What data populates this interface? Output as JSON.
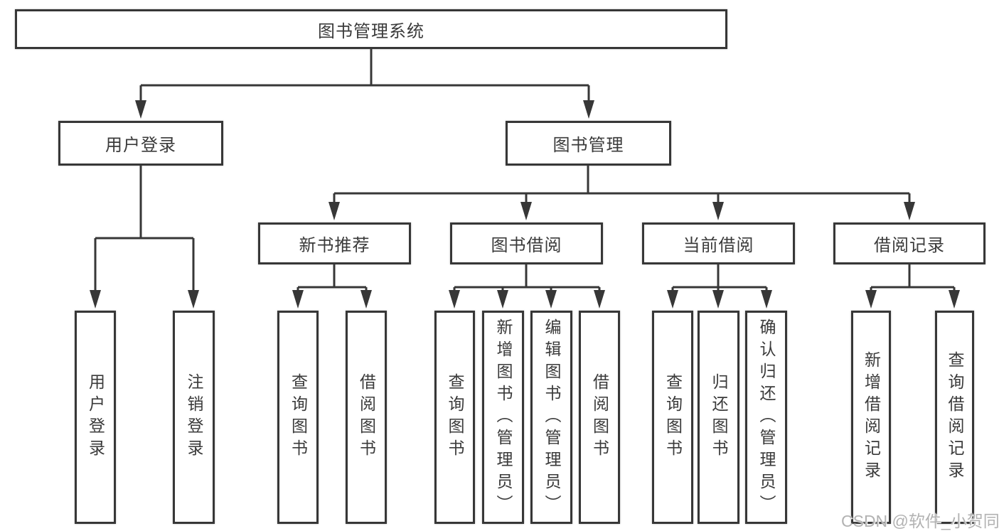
{
  "diagram": {
    "root": {
      "label": "图书管理系统"
    },
    "branches": [
      {
        "label": "用户登录",
        "children": [
          {
            "label": "用户登录"
          },
          {
            "label": "注销登录"
          }
        ]
      },
      {
        "label": "图书管理",
        "children": [
          {
            "label": "新书推荐",
            "children": [
              {
                "label": "查询图书"
              },
              {
                "label": "借阅图书"
              }
            ]
          },
          {
            "label": "图书借阅",
            "children": [
              {
                "label": "查询图书"
              },
              {
                "label": "新增图书（管理员）"
              },
              {
                "label": "编辑图书（管理员）"
              },
              {
                "label": "借阅图书"
              }
            ]
          },
          {
            "label": "当前借阅",
            "children": [
              {
                "label": "查询图书"
              },
              {
                "label": "归还图书"
              },
              {
                "label": "确认归还（管理员）"
              }
            ]
          },
          {
            "label": "借阅记录",
            "children": [
              {
                "label": "新增借阅记录"
              },
              {
                "label": "查询借阅记录"
              }
            ]
          }
        ]
      }
    ],
    "watermark": "CSDN @软件_小贺同学",
    "colors": {
      "line": "#373737",
      "box_border": "#373737",
      "text": "#3a3a3a",
      "watermark": "#b2b2b2",
      "background": "#ffffff"
    }
  }
}
